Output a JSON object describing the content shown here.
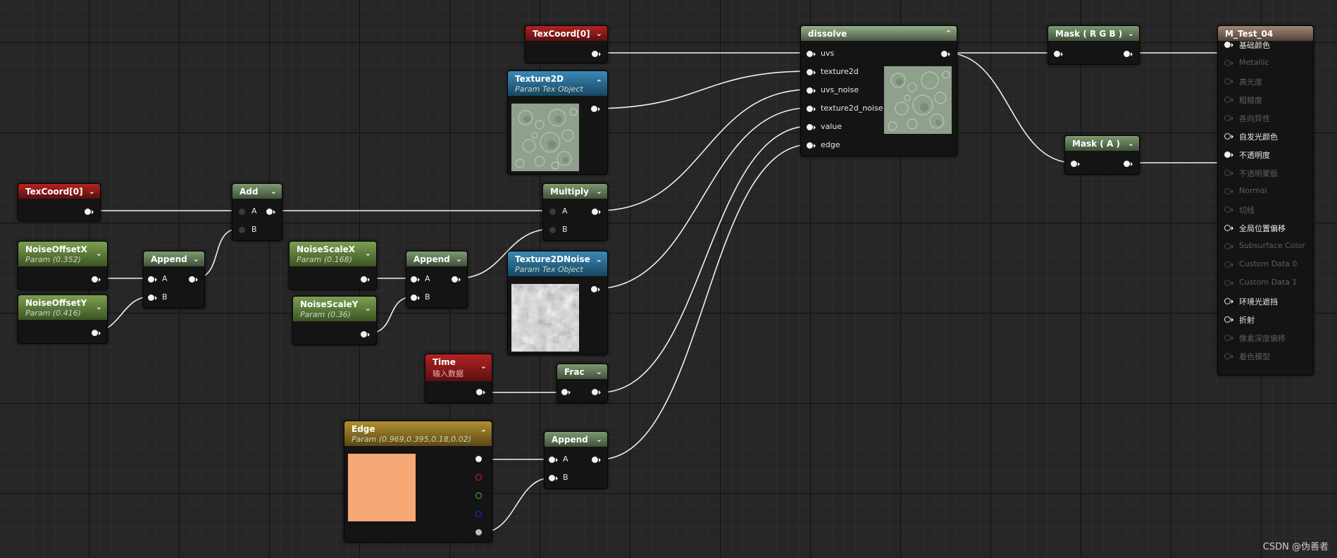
{
  "nodes": {
    "texcoord_top": {
      "title": "TexCoord[0]"
    },
    "texture2d": {
      "title": "Texture2D",
      "subtitle": "Param Tex Object"
    },
    "texcoord_left": {
      "title": "TexCoord[0]"
    },
    "add": {
      "title": "Add",
      "pin_a": "A",
      "pin_b": "B"
    },
    "multiply": {
      "title": "Multiply",
      "pin_a": "A",
      "pin_b": "B"
    },
    "noise_offset_x": {
      "title": "NoiseOffsetX",
      "subtitle": "Param (0.352)"
    },
    "noise_offset_y": {
      "title": "NoiseOffsetY",
      "subtitle": "Param (0.416)"
    },
    "append_1": {
      "title": "Append",
      "pin_a": "A",
      "pin_b": "B"
    },
    "noise_scale_x": {
      "title": "NoiseScaleX",
      "subtitle": "Param (0.168)"
    },
    "noise_scale_y": {
      "title": "NoiseScaleY",
      "subtitle": "Param (0.36)"
    },
    "append_2": {
      "title": "Append",
      "pin_a": "A",
      "pin_b": "B"
    },
    "texture2d_noise": {
      "title": "Texture2DNoise",
      "subtitle": "Param Tex Object"
    },
    "time": {
      "title": "Time",
      "subtitle": "输入数据"
    },
    "frac": {
      "title": "Frac"
    },
    "edge": {
      "title": "Edge",
      "subtitle": "Param (0.969,0.395,0.18,0.02)",
      "swatch_color": "#f7a877"
    },
    "append_3": {
      "title": "Append",
      "pin_a": "A",
      "pin_b": "B"
    },
    "dissolve": {
      "title": "dissolve",
      "inputs": [
        "uvs",
        "texture2d",
        "uvs_noise",
        "texture2d_noise",
        "value",
        "edge"
      ]
    },
    "mask_rgb": {
      "title": "Mask ( R G B )"
    },
    "mask_a": {
      "title": "Mask ( A )"
    },
    "result": {
      "title": "M_Test_04",
      "inputs": [
        {
          "label": "基础颜色",
          "enabled": true
        },
        {
          "label": "Metallic",
          "enabled": false
        },
        {
          "label": "高光度",
          "enabled": false
        },
        {
          "label": "粗糙度",
          "enabled": false
        },
        {
          "label": "各向异性",
          "enabled": false
        },
        {
          "label": "自发光颜色",
          "enabled": true
        },
        {
          "label": "不透明度",
          "enabled": true
        },
        {
          "label": "不透明蒙版",
          "enabled": false
        },
        {
          "label": "Normal",
          "enabled": false
        },
        {
          "label": "切线",
          "enabled": false
        },
        {
          "label": "全局位置偏移",
          "enabled": true
        },
        {
          "label": "Subsurface Color",
          "enabled": false
        },
        {
          "label": "Custom Data 0",
          "enabled": false
        },
        {
          "label": "Custom Data 1",
          "enabled": false
        },
        {
          "label": "环境光遮挡",
          "enabled": true
        },
        {
          "label": "折射",
          "enabled": true
        },
        {
          "label": "像素深度偏移",
          "enabled": false
        },
        {
          "label": "着色模型",
          "enabled": false
        }
      ]
    }
  },
  "watermark": "CSDN @伪善者"
}
